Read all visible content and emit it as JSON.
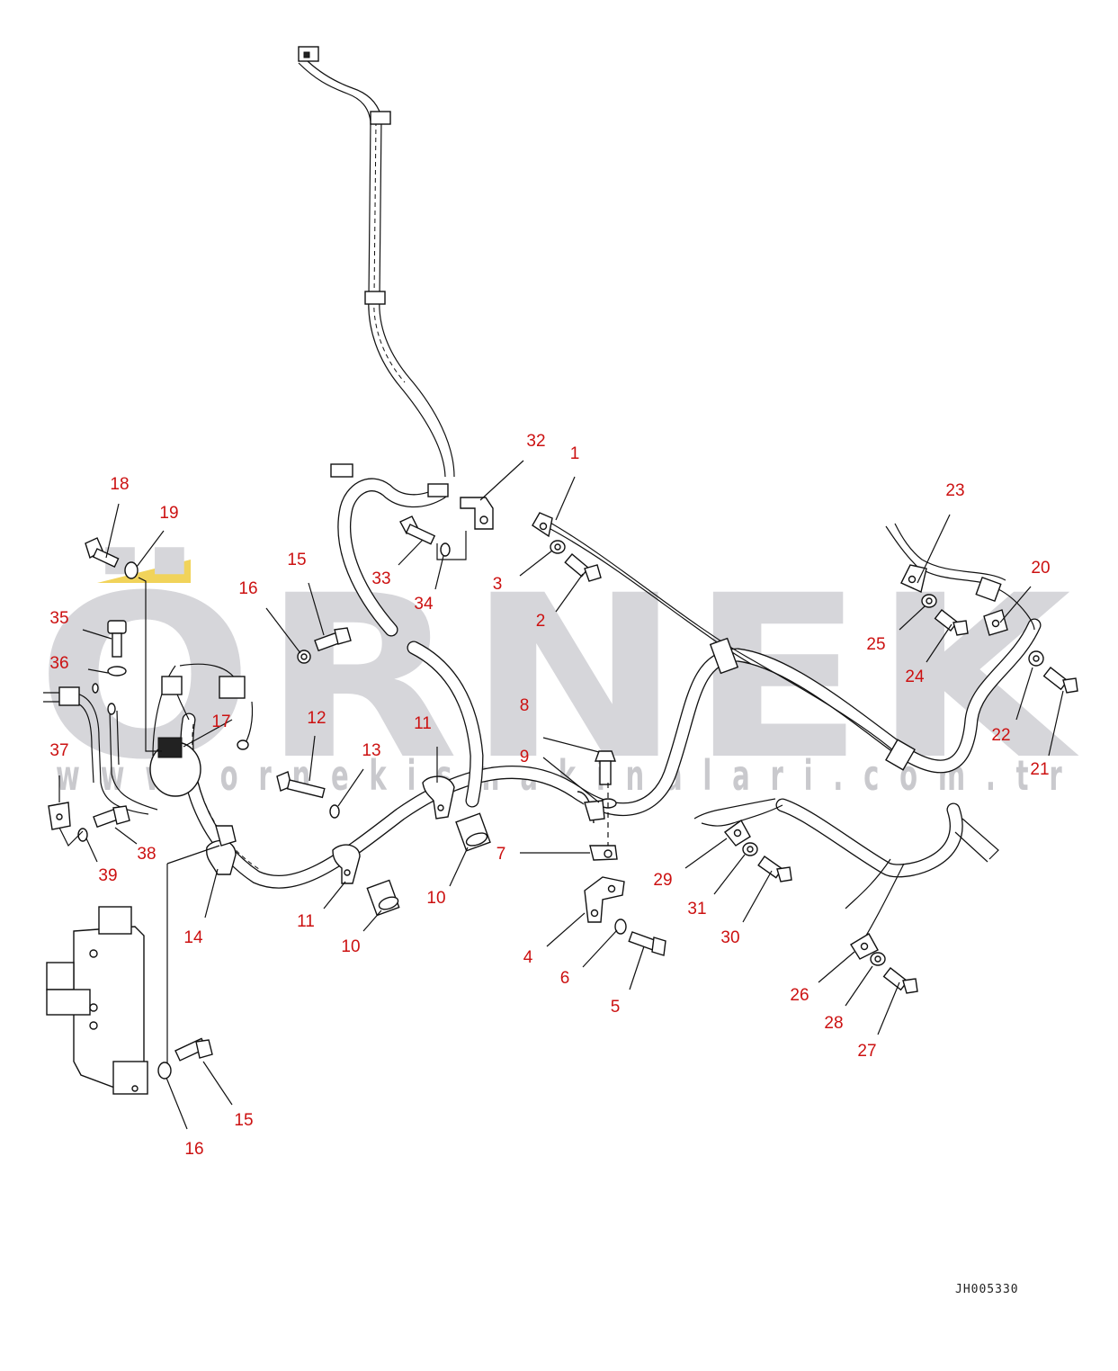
{
  "watermark": {
    "brand": "ÖRNEK",
    "url": "w w w . o r n e k i s m a k i n a l a r i . c o m . t r",
    "accent_color": "#f1d35a",
    "text_color": "#d6d6da"
  },
  "drawing_id": "JH005330",
  "callout_color": "#cc1111",
  "callouts": [
    {
      "id": "c1",
      "label": "1"
    },
    {
      "id": "c2",
      "label": "2"
    },
    {
      "id": "c3",
      "label": "3"
    },
    {
      "id": "c4",
      "label": "4"
    },
    {
      "id": "c5",
      "label": "5"
    },
    {
      "id": "c6",
      "label": "6"
    },
    {
      "id": "c7",
      "label": "7"
    },
    {
      "id": "c8",
      "label": "8"
    },
    {
      "id": "c9",
      "label": "9"
    },
    {
      "id": "c10a",
      "label": "10"
    },
    {
      "id": "c10b",
      "label": "10"
    },
    {
      "id": "c11a",
      "label": "11"
    },
    {
      "id": "c11b",
      "label": "11"
    },
    {
      "id": "c12",
      "label": "12"
    },
    {
      "id": "c13",
      "label": "13"
    },
    {
      "id": "c14",
      "label": "14"
    },
    {
      "id": "c15a",
      "label": "15"
    },
    {
      "id": "c15b",
      "label": "15"
    },
    {
      "id": "c16a",
      "label": "16"
    },
    {
      "id": "c16b",
      "label": "16"
    },
    {
      "id": "c17",
      "label": "17"
    },
    {
      "id": "c18",
      "label": "18"
    },
    {
      "id": "c19",
      "label": "19"
    },
    {
      "id": "c20",
      "label": "20"
    },
    {
      "id": "c21",
      "label": "21"
    },
    {
      "id": "c22",
      "label": "22"
    },
    {
      "id": "c23",
      "label": "23"
    },
    {
      "id": "c24",
      "label": "24"
    },
    {
      "id": "c25",
      "label": "25"
    },
    {
      "id": "c26",
      "label": "26"
    },
    {
      "id": "c27",
      "label": "27"
    },
    {
      "id": "c28",
      "label": "28"
    },
    {
      "id": "c29",
      "label": "29"
    },
    {
      "id": "c30",
      "label": "30"
    },
    {
      "id": "c31",
      "label": "31"
    },
    {
      "id": "c32",
      "label": "32"
    },
    {
      "id": "c33",
      "label": "33"
    },
    {
      "id": "c34",
      "label": "34"
    },
    {
      "id": "c35",
      "label": "35"
    },
    {
      "id": "c36",
      "label": "36"
    },
    {
      "id": "c37",
      "label": "37"
    },
    {
      "id": "c38",
      "label": "38"
    },
    {
      "id": "c39",
      "label": "39"
    }
  ]
}
